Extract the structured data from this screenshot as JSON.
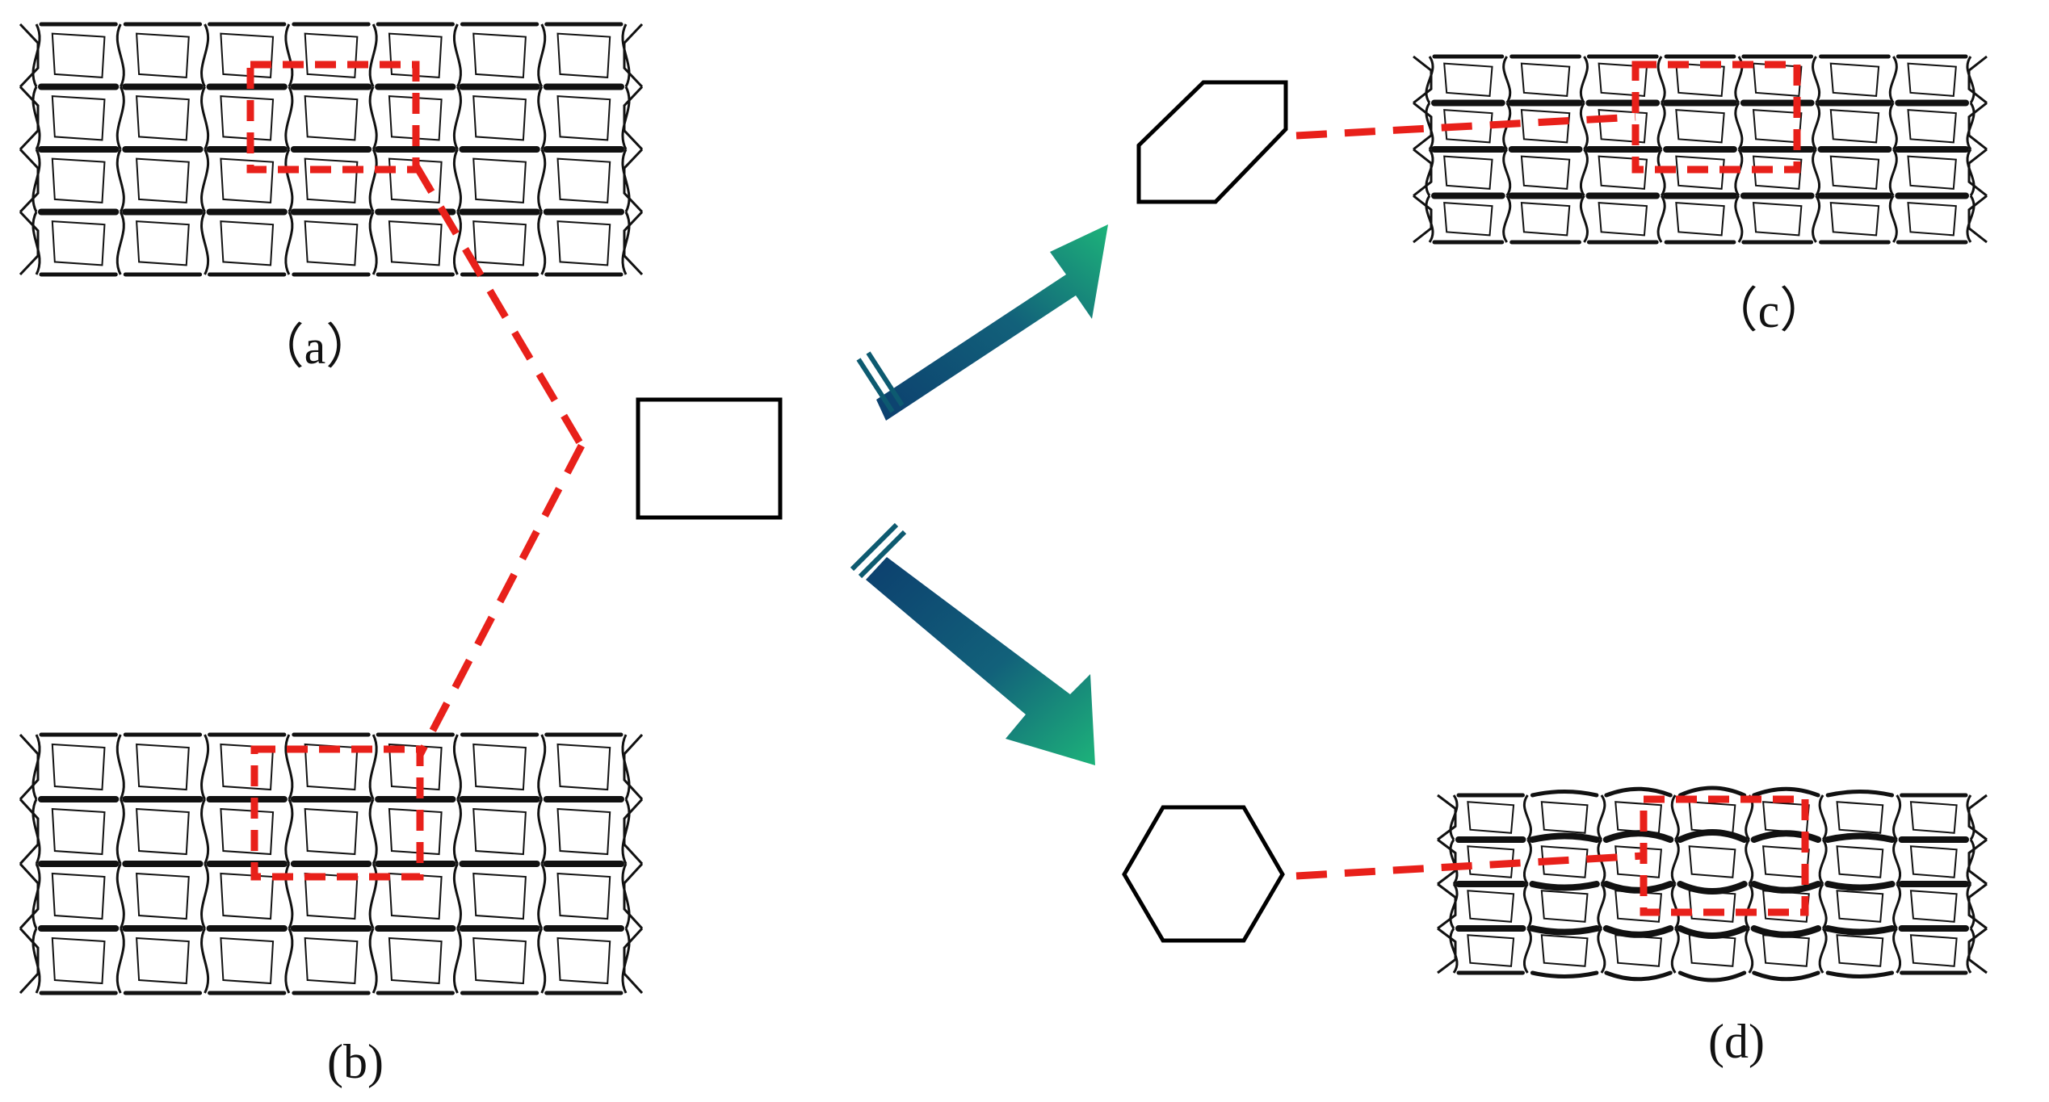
{
  "panels": [
    {
      "id": "a",
      "label": "（a）"
    },
    {
      "id": "b",
      "label": "(b)"
    },
    {
      "id": "c",
      "label": "（c）"
    },
    {
      "id": "d",
      "label": "(d)"
    }
  ],
  "colors": {
    "highlight": "#e8201a",
    "lattice": "#111111",
    "arrow_start": "#1db37a",
    "arrow_end": "#0c3f6e"
  },
  "shapes": [
    "square-cell",
    "elongated-hexagon-cell",
    "regular-hexagon-cell"
  ]
}
